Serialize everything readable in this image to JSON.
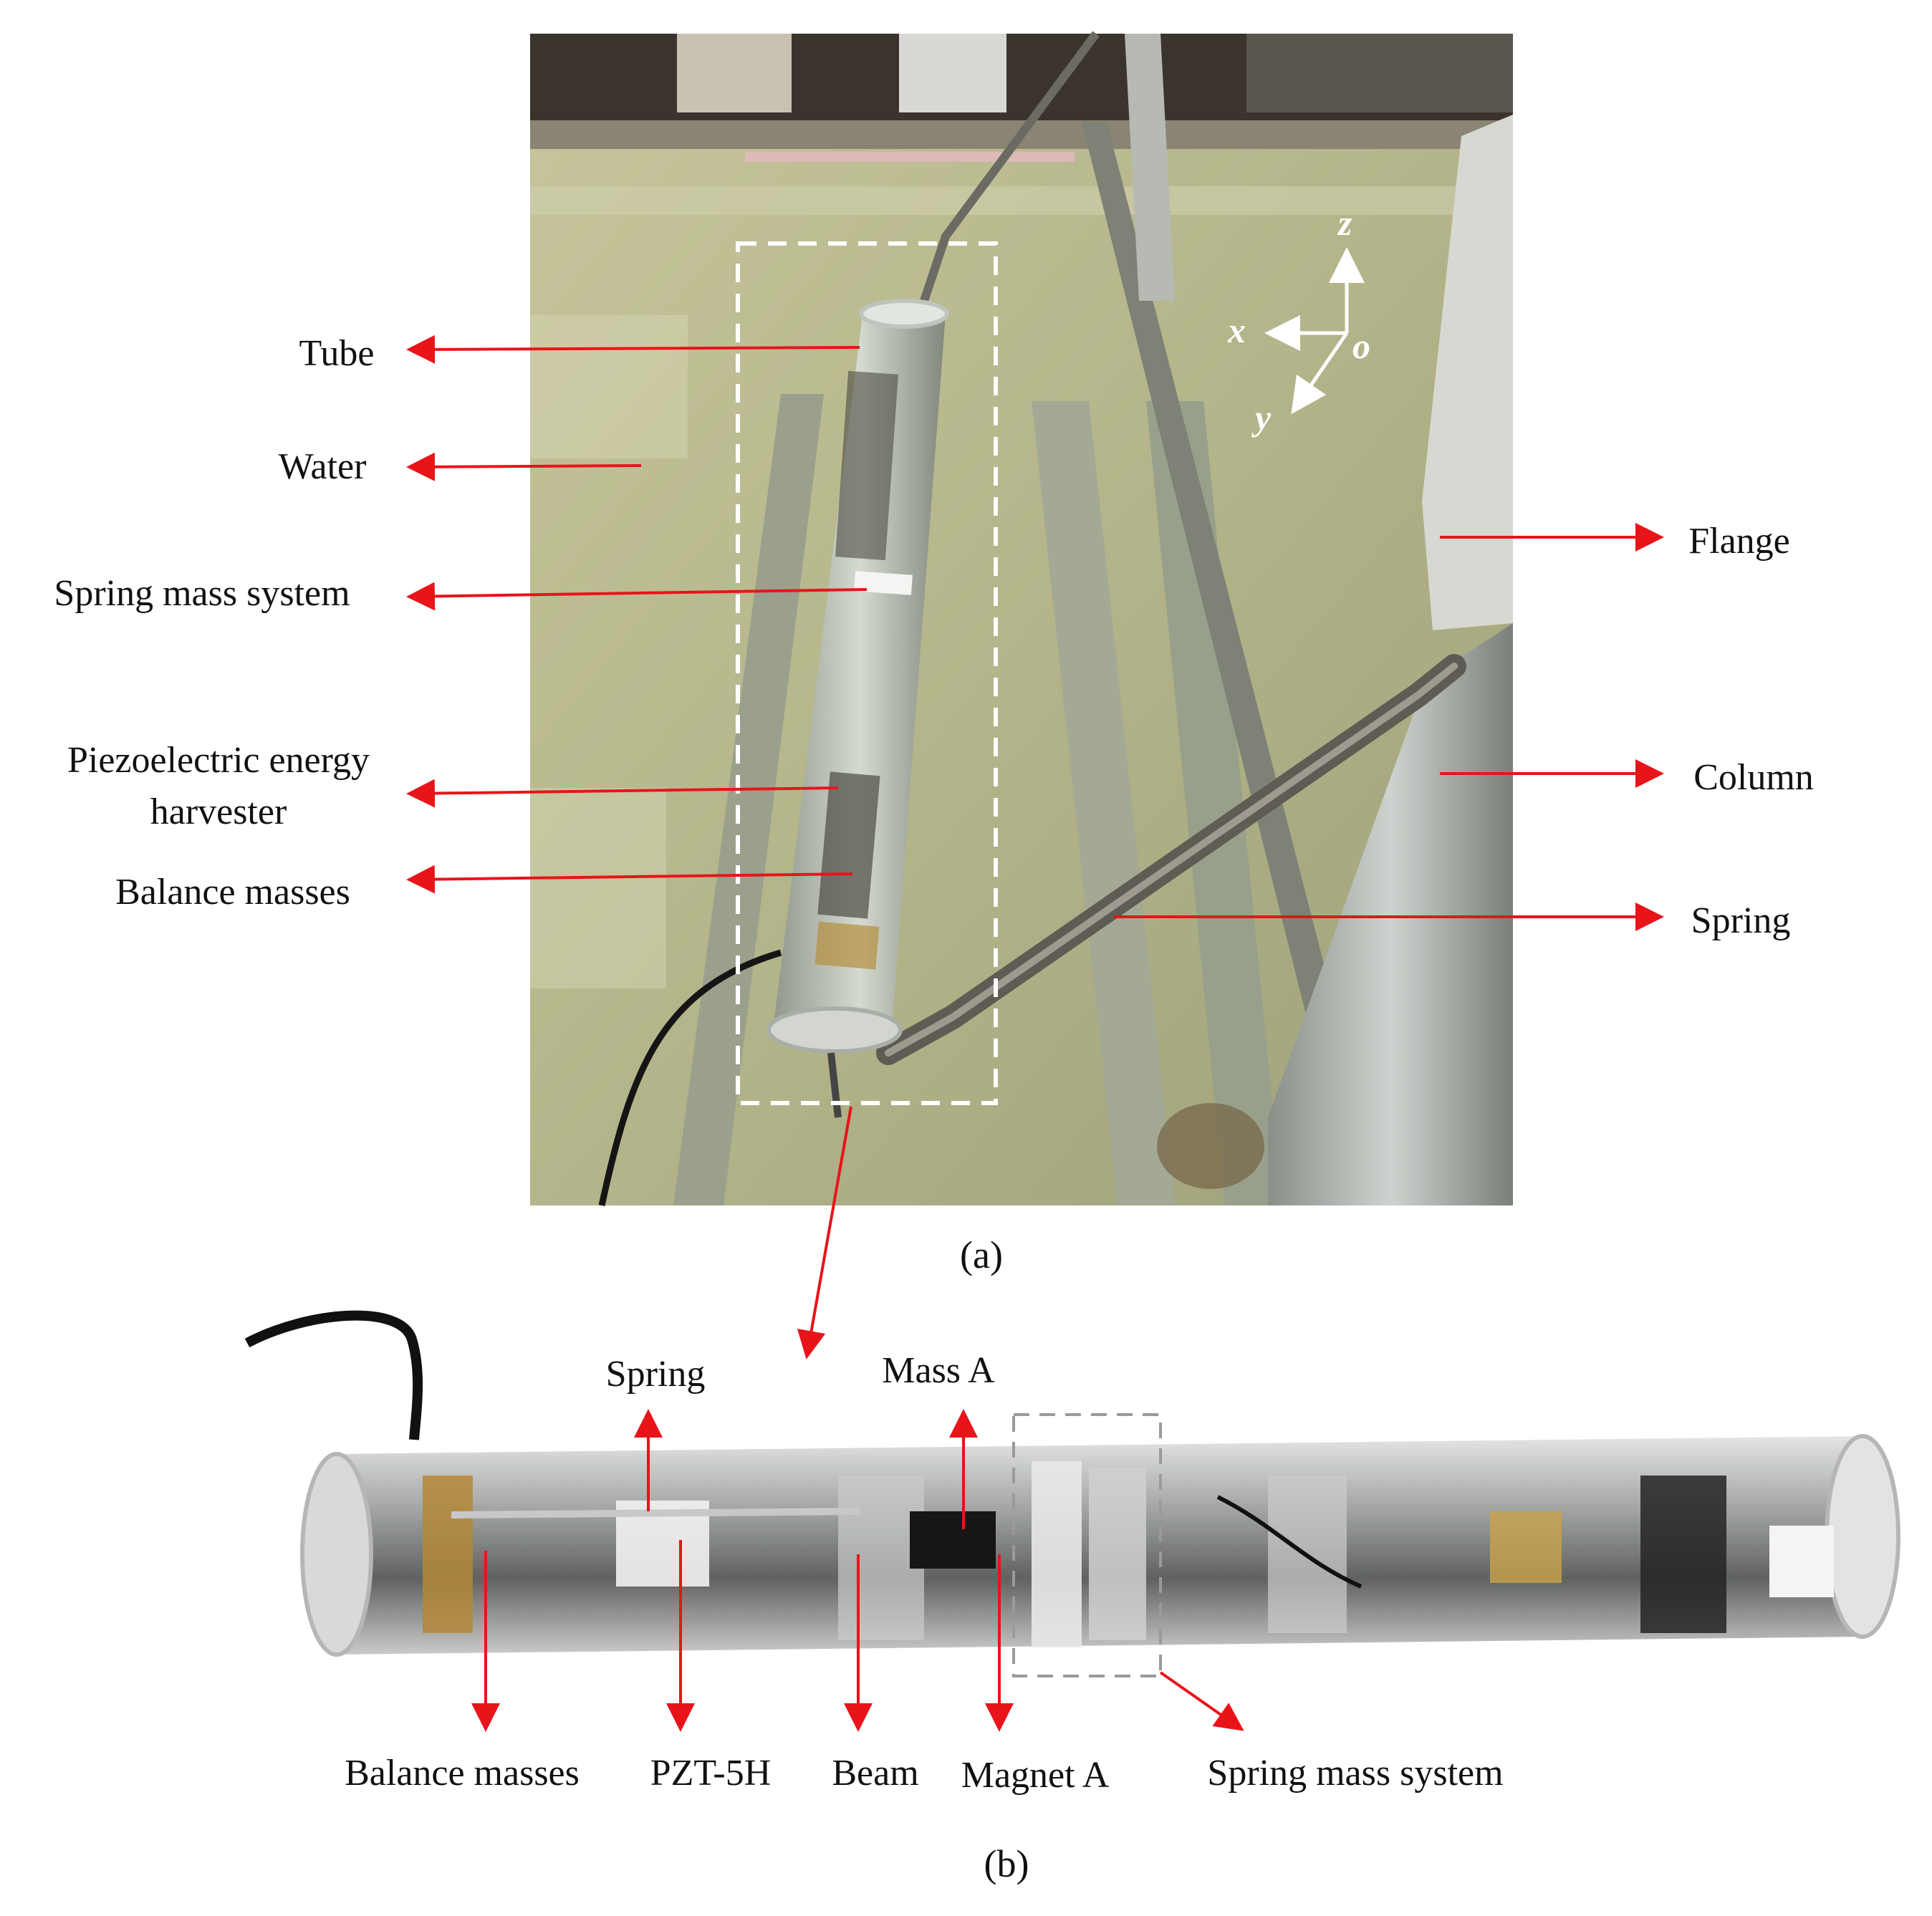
{
  "panel_a": {
    "caption": "(a)",
    "labels_left": [
      "Tube",
      "Water",
      "Spring mass system",
      "Piezoelectric energy",
      "harvester",
      "Balance masses"
    ],
    "labels_right": [
      "Flange",
      "Column",
      "Spring"
    ],
    "axes": {
      "z": "z",
      "x": "x",
      "o": "o",
      "y": "y"
    }
  },
  "panel_b": {
    "caption": "(b)",
    "labels_top": [
      "Spring",
      "Mass A"
    ],
    "labels_bottom": [
      "Balance masses",
      "PZT-5H",
      "Beam",
      "Magnet A",
      "Spring mass system"
    ]
  },
  "colors": {
    "arrow": "#e8141a",
    "water": "#b9bb8a",
    "tube": "#c9d0c8",
    "frame": "#ffffff"
  }
}
